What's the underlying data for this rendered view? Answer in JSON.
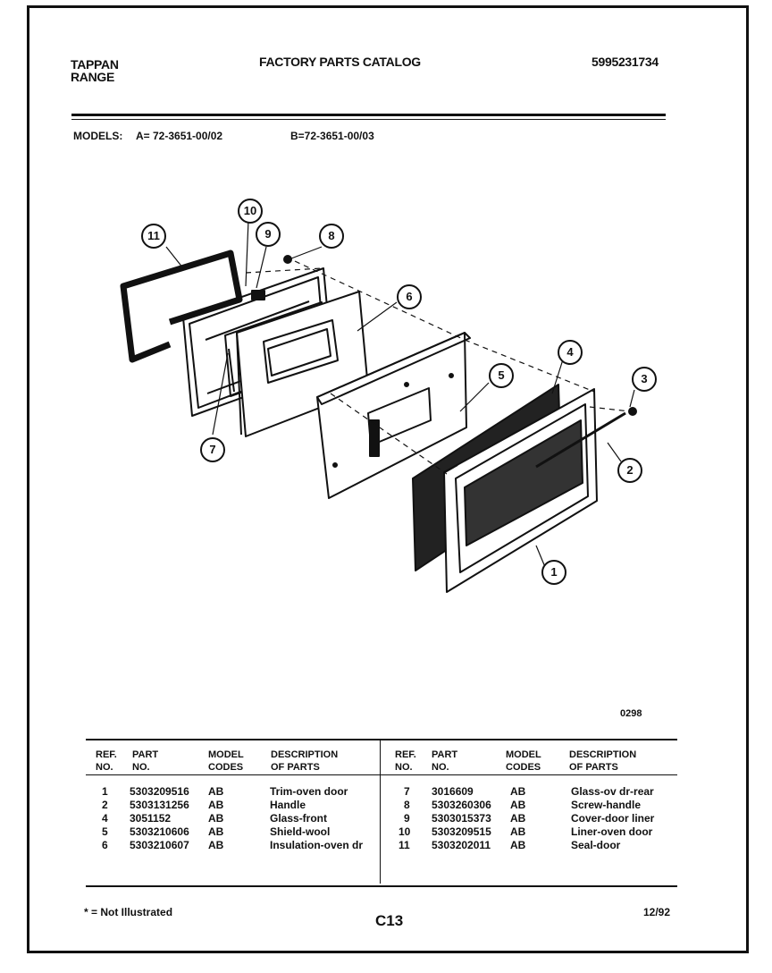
{
  "header": {
    "brand_line1": "TAPPAN",
    "brand_line2": "RANGE",
    "title": "FACTORY PARTS CATALOG",
    "catalog_number": "5995231734"
  },
  "models": {
    "label": "MODELS:",
    "model_a": "A= 72-3651-00/02",
    "model_b": "B=72-3651-00/03"
  },
  "diagram": {
    "callouts": [
      "1",
      "2",
      "3",
      "4",
      "5",
      "6",
      "7",
      "8",
      "9",
      "10",
      "11"
    ],
    "drawing_number": "0298"
  },
  "table": {
    "headers": {
      "ref": "REF.\nNO.",
      "part": "PART\nNO.",
      "model": "MODEL\nCODES",
      "desc": "DESCRIPTION\nOF PARTS"
    },
    "left_rows": [
      {
        "ref": "1",
        "part": "5303209516",
        "code": "AB",
        "desc": "Trim-oven door"
      },
      {
        "ref": "2",
        "part": "5303131256",
        "code": "AB",
        "desc": "Handle"
      },
      {
        "ref": "4",
        "part": "3051152",
        "code": "AB",
        "desc": "Glass-front"
      },
      {
        "ref": "5",
        "part": "5303210606",
        "code": "AB",
        "desc": "Shield-wool"
      },
      {
        "ref": "6",
        "part": "5303210607",
        "code": "AB",
        "desc": "Insulation-oven dr"
      }
    ],
    "right_rows": [
      {
        "ref": "7",
        "part": "3016609",
        "code": "AB",
        "desc": "Glass-ov dr-rear"
      },
      {
        "ref": "8",
        "part": "5303260306",
        "code": "AB",
        "desc": "Screw-handle"
      },
      {
        "ref": "9",
        "part": "5303015373",
        "code": "AB",
        "desc": "Cover-door liner"
      },
      {
        "ref": "10",
        "part": "5303209515",
        "code": "AB",
        "desc": "Liner-oven door"
      },
      {
        "ref": "11",
        "part": "5303202011",
        "code": "AB",
        "desc": "Seal-door"
      }
    ]
  },
  "footer": {
    "note": "* = Not Illustrated",
    "page_code": "C13",
    "date": "12/92"
  }
}
